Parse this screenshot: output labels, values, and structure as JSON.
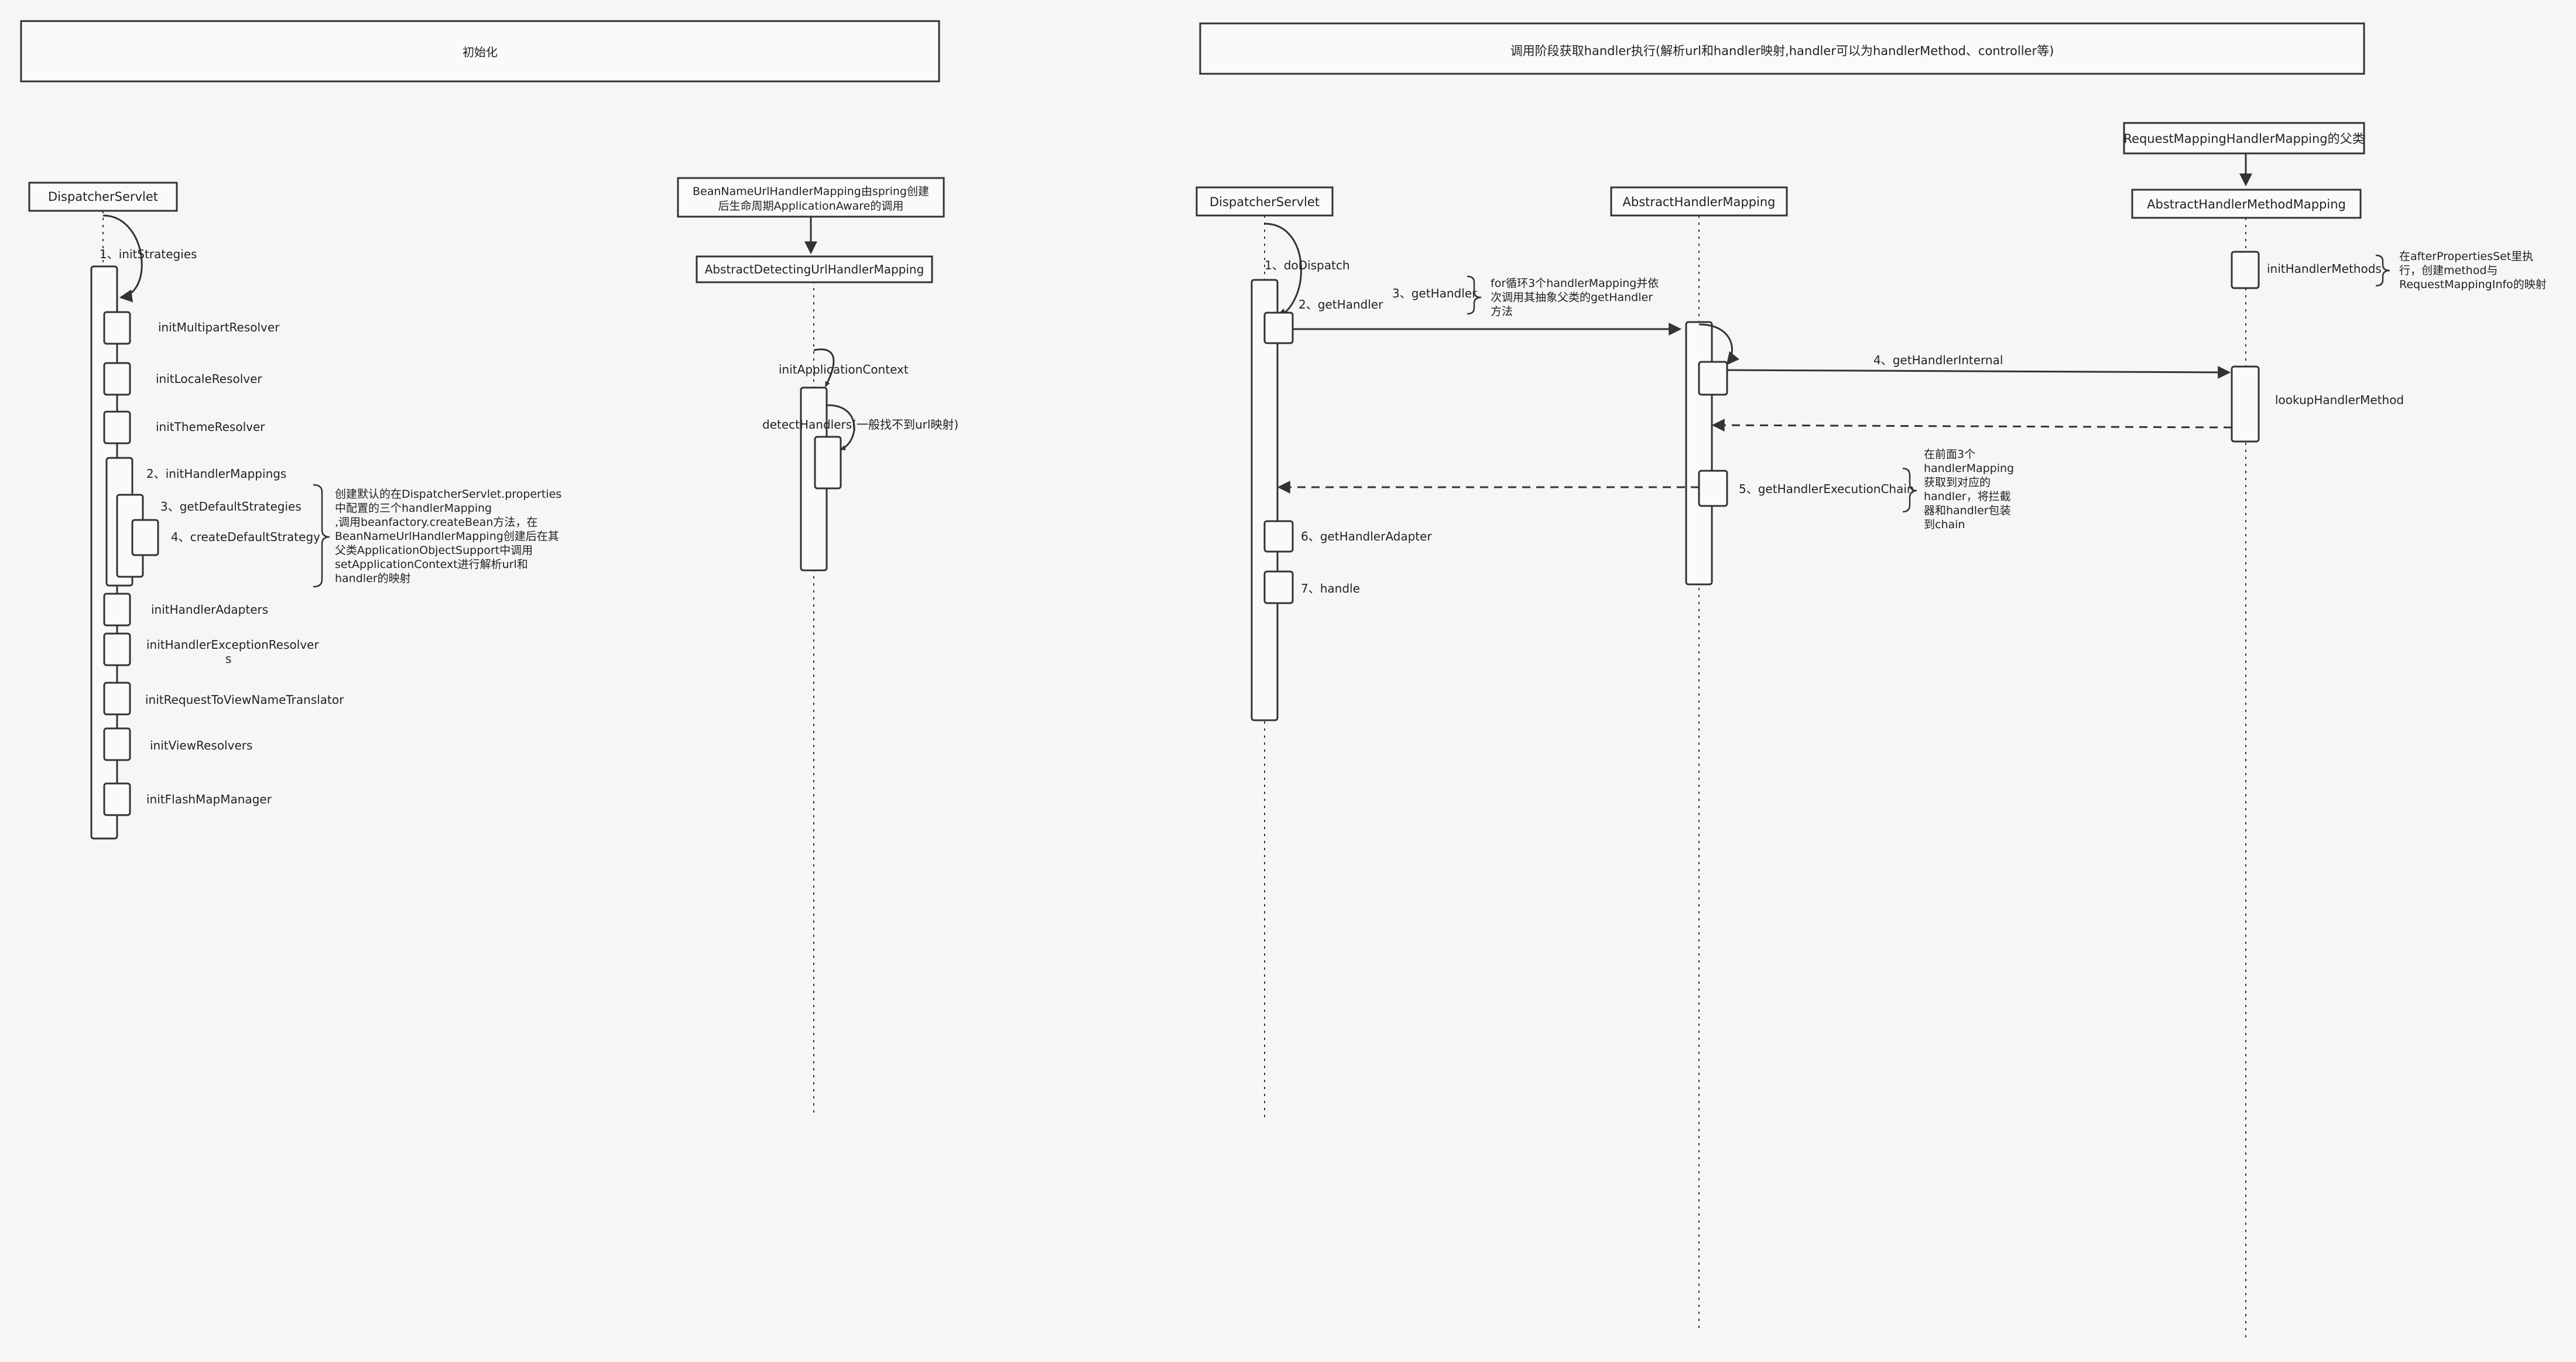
{
  "colors": {
    "background": "#f6f6f6",
    "stroke": "#333333",
    "text": "#222222"
  },
  "left": {
    "header": "初始化",
    "lifelines": {
      "dispatcher": "DispatcherServlet",
      "bean_name": [
        "BeanNameUrlHandlerMapping由spring创建",
        "后生命周期ApplicationAware的调用"
      ],
      "abstract_detecting": "AbstractDetectingUrlHandlerMapping"
    },
    "messages": {
      "init_strategies": "1、initStrategies",
      "init_multipart": "initMultipartResolver",
      "init_locale": "initLocaleResolver",
      "init_theme": "initThemeResolver",
      "init_handler_mappings": "2、initHandlerMappings",
      "get_default_strategies": "3、getDefaultStrategies",
      "create_default_strategy": "4、createDefaultStrategy",
      "init_handler_adapters": "initHandlerAdapters",
      "init_exception_resolvers": [
        "initHandlerExceptionResolver",
        "s"
      ],
      "init_view_name_translator": "initRequestToViewNameTranslator",
      "init_view_resolvers": "initViewResolvers",
      "init_flash_map": "initFlashMapManager",
      "init_application_context": "initApplicationContext",
      "detect_handlers": "detectHandlers(一般找不到url映射)"
    },
    "note": [
      "创建默认的在DispatcherServlet.properties",
      "中配置的三个handlerMapping",
      ",调用beanfactory.createBean方法，在",
      "BeanNameUrlHandlerMapping创建后在其",
      "父类ApplicationObjectSupport中调用",
      "setApplicationContext进行解析url和",
      "handler的映射"
    ]
  },
  "right": {
    "header": "调用阶段获取handler执行(解析url和handler映射,handler可以为handlerMethod、controller等)",
    "lifelines": {
      "dispatcher": "DispatcherServlet",
      "abstract_handler_mapping": "AbstractHandlerMapping",
      "parent_label": "RequestMappingHandlerMapping的父类",
      "abstract_method_mapping": "AbstractHandlerMethodMapping"
    },
    "messages": {
      "do_dispatch": "1、doDispatch",
      "get_handler_self": "2、getHandler",
      "get_handler": "3、getHandler",
      "get_handler_internal": "4、getHandlerInternal",
      "lookup": "lookupHandlerMethod",
      "init_handler_methods": "initHandlerMethods",
      "get_execution_chain": "5、getHandlerExecutionChain",
      "get_handler_adapter": "6、getHandlerAdapter",
      "handle": "7、handle"
    },
    "notes": {
      "get_handler": [
        "for循环3个handlerMapping并依",
        "次调用其抽象父类的getHandler",
        "方法"
      ],
      "init_methods": [
        "在afterPropertiesSet里执",
        "行，创建method与",
        "RequestMappingInfo的映射"
      ],
      "chain": [
        "在前面3个",
        "handlerMapping",
        "获取到对应的",
        "handler，将拦截",
        "器和handler包装",
        "到chain"
      ]
    }
  }
}
